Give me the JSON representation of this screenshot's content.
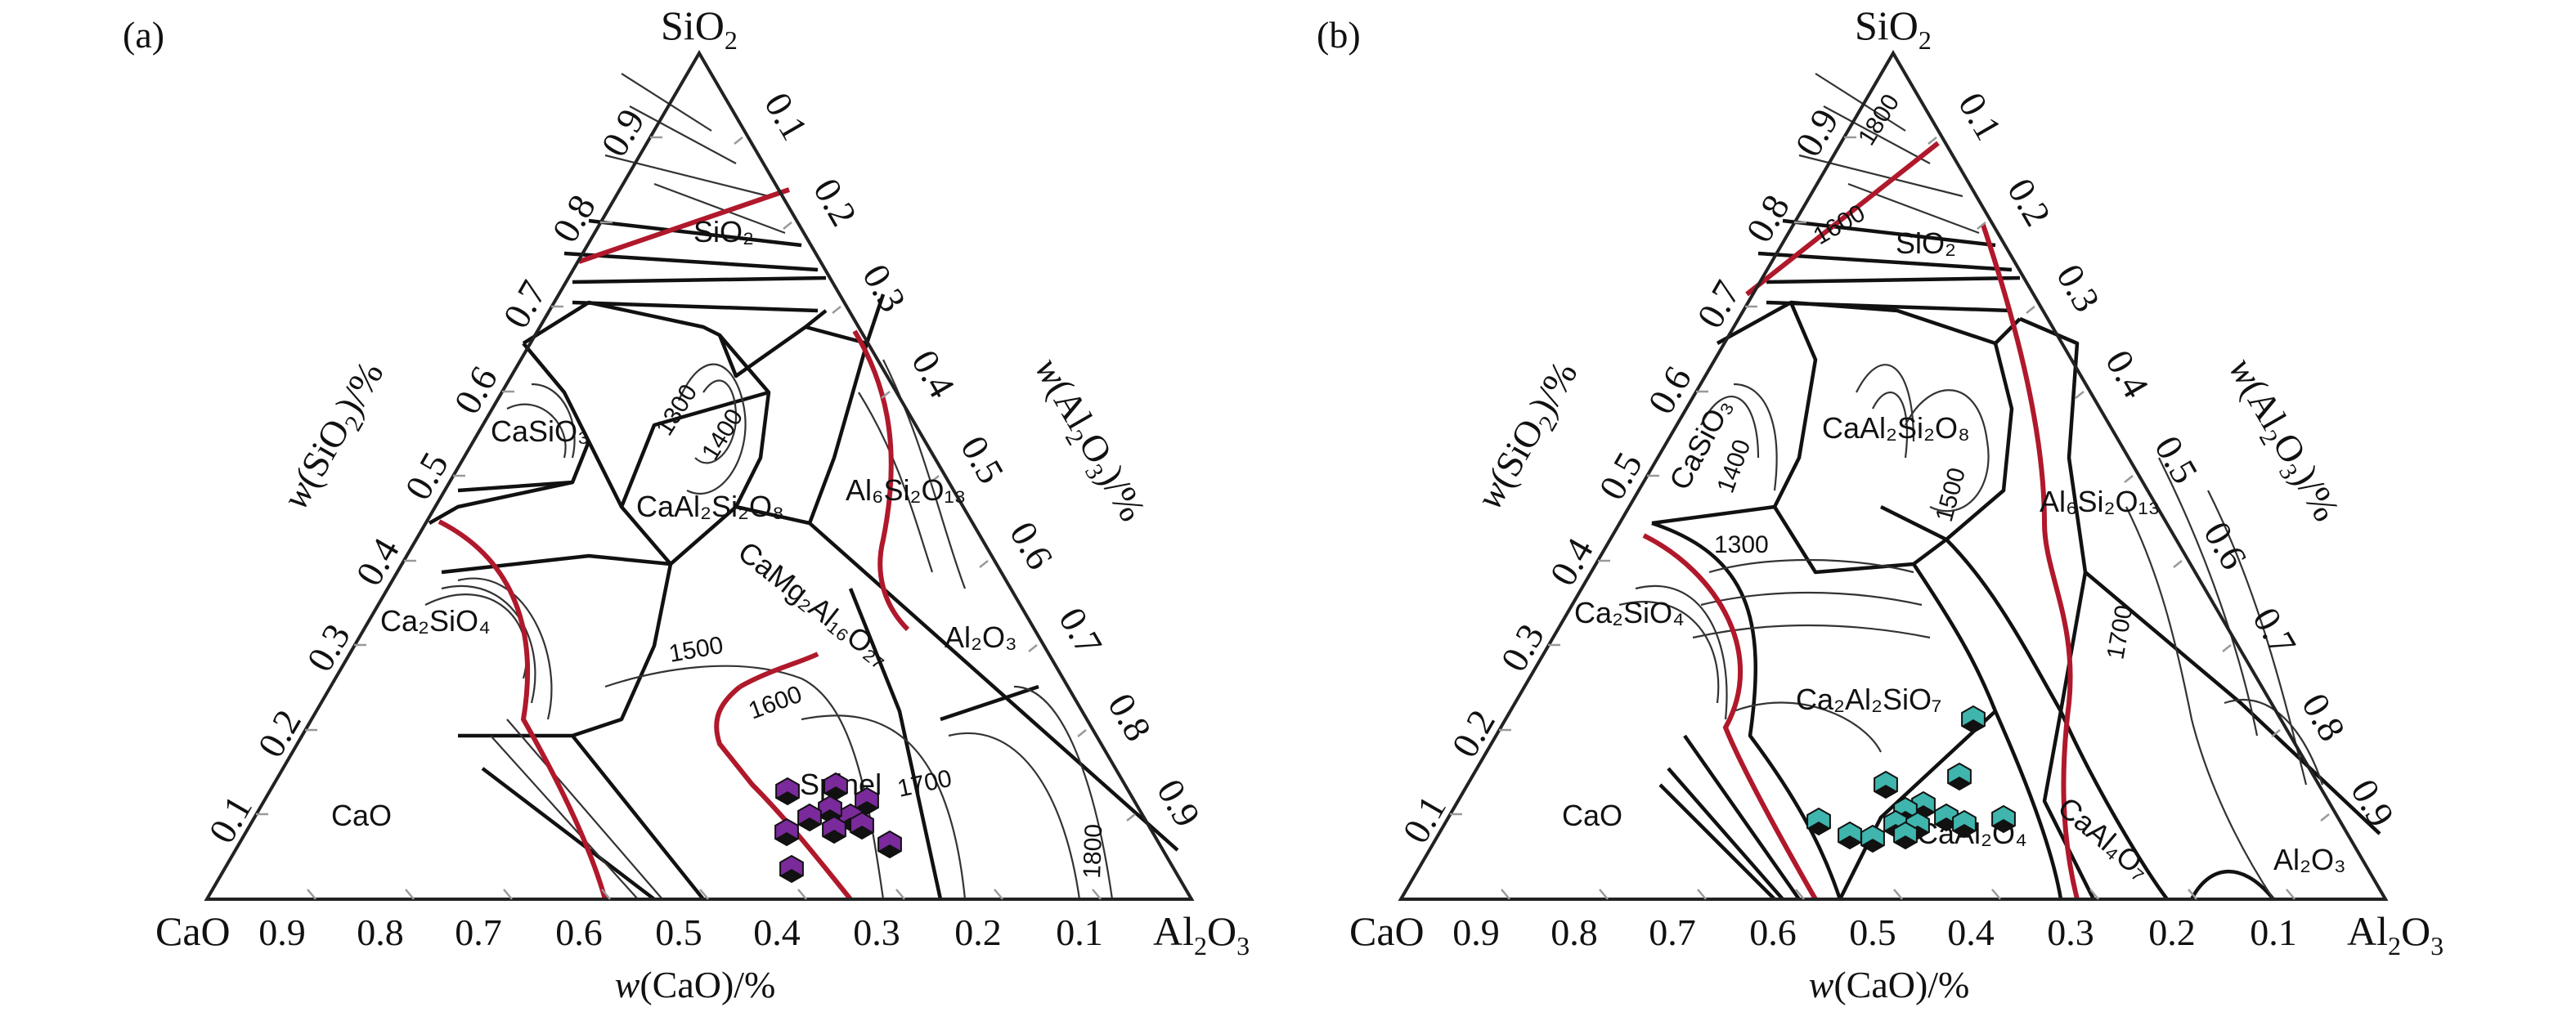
{
  "panels": [
    {
      "id": "a",
      "label": "(a)",
      "vertices": {
        "top": "SiO",
        "top_sub": "2",
        "left": "CaO",
        "right_main": "Al",
        "right_sub1": "2",
        "right_mid": "O",
        "right_sub2": "3"
      },
      "bottom_ticks": [
        "0.9",
        "0.8",
        "0.7",
        "0.6",
        "0.5",
        "0.4",
        "0.3",
        "0.2",
        "0.1"
      ],
      "left_ticks": [
        "0.1",
        "0.2",
        "0.3",
        "0.4",
        "0.5",
        "0.6",
        "0.7",
        "0.8",
        "0.9"
      ],
      "right_ticks": [
        "0.1",
        "0.2",
        "0.3",
        "0.4",
        "0.5",
        "0.6",
        "0.7",
        "0.8",
        "0.9"
      ],
      "axis_bottom": {
        "pre": "w",
        "post": "(CaO)/%"
      },
      "axis_left": {
        "pre": "w",
        "mid": "(SiO",
        "sub": "2",
        "post": ")/%"
      },
      "axis_right": {
        "pre": "w",
        "mid": "(Al",
        "sub1": "2",
        "mid2": "O",
        "sub2": "3",
        "post": ")/%"
      },
      "fields": [
        "SiO₂",
        "CaSiO₃",
        "CaAl₂Si₂O₈",
        "Al₆Si₂O₁₃",
        "CaMg₂Al₁₆O₂₇",
        "Ca₂SiO₄",
        "Al₂O₃",
        "CaO",
        "Spinel"
      ],
      "isotherms": [
        "1300",
        "1400",
        "1500",
        "1600",
        "1700",
        "1800"
      ],
      "marker_color": "#7b2a9c",
      "marker_count": 11
    },
    {
      "id": "b",
      "label": "(b)",
      "vertices": {
        "top": "SiO",
        "top_sub": "2",
        "left": "CaO",
        "right_main": "Al",
        "right_sub1": "2",
        "right_mid": "O",
        "right_sub2": "3"
      },
      "bottom_ticks": [
        "0.9",
        "0.8",
        "0.7",
        "0.6",
        "0.5",
        "0.4",
        "0.3",
        "0.2",
        "0.1"
      ],
      "left_ticks": [
        "0.1",
        "0.2",
        "0.3",
        "0.4",
        "0.5",
        "0.6",
        "0.7",
        "0.8",
        "0.9"
      ],
      "right_ticks": [
        "0.1",
        "0.2",
        "0.3",
        "0.4",
        "0.5",
        "0.6",
        "0.7",
        "0.8",
        "0.9"
      ],
      "axis_bottom": {
        "pre": "w",
        "post": "(CaO)/%"
      },
      "axis_left": {
        "pre": "w",
        "mid": "(SiO",
        "sub": "2",
        "post": ")/%"
      },
      "axis_right": {
        "pre": "w",
        "mid": "(Al",
        "sub1": "2",
        "mid2": "O",
        "sub2": "3",
        "post": ")/%"
      },
      "fields": [
        "SiO₂",
        "CaSiO₃",
        "CaAl₂Si₂O₈",
        "Al₆Si₂O₁₃",
        "Ca₂SiO₄",
        "Ca₂Al₂SiO₇",
        "CaAl₂O₄",
        "CaAl₄O₇",
        "Al₂O₃",
        "CaO"
      ],
      "isotherms": [
        "1800",
        "1600",
        "1400",
        "1300",
        "1500",
        "1700"
      ],
      "marker_color": "#3fb5ad",
      "marker_count": 14
    }
  ],
  "colors": {
    "liquidus_red": "#b0182b",
    "boundary": "#111111"
  },
  "icons": {
    "marker": "hexagon-marker-icon"
  }
}
